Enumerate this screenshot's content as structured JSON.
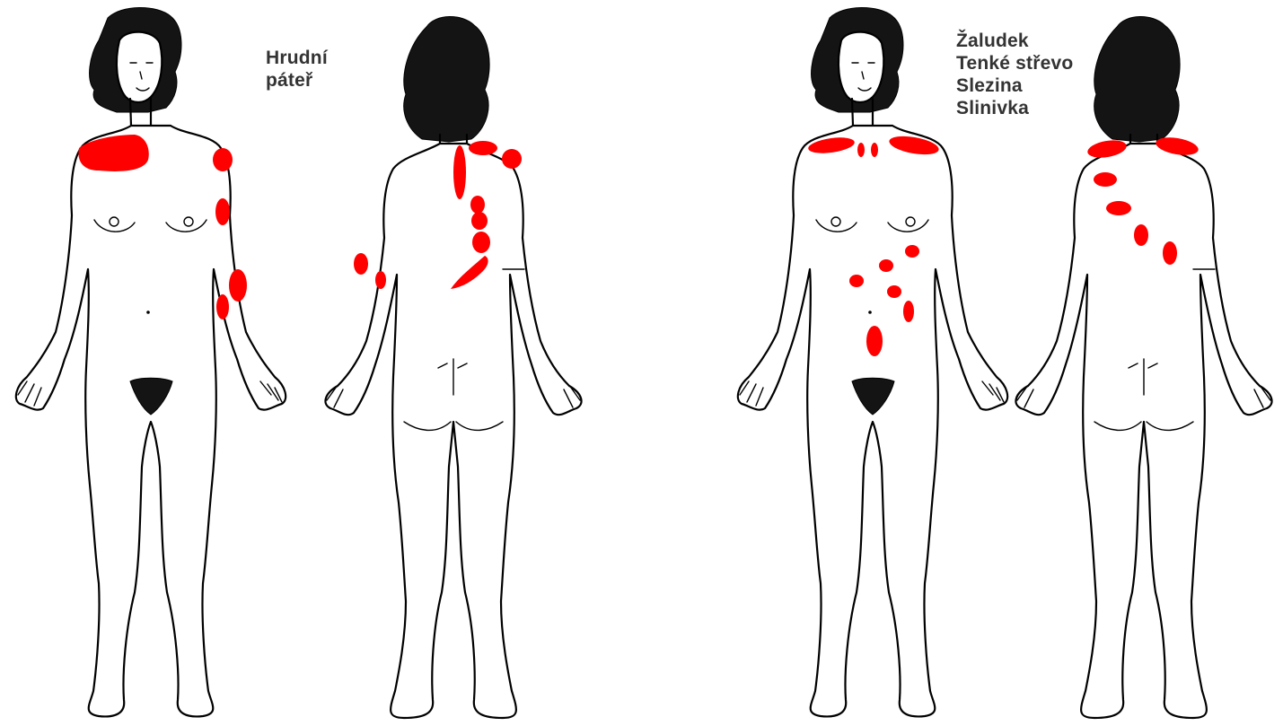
{
  "panels": [
    {
      "caption_lines": [
        "Hrudní",
        "páteř"
      ]
    },
    {
      "caption_lines": [
        "Žaludek",
        "Tenké střevo",
        "Slezina",
        "Slinivka"
      ]
    }
  ],
  "colors": {
    "highlight": "#ff0000",
    "outline": "#000000",
    "caption": "#333333",
    "background": "#ffffff"
  },
  "views": [
    "front-view",
    "back-view"
  ]
}
